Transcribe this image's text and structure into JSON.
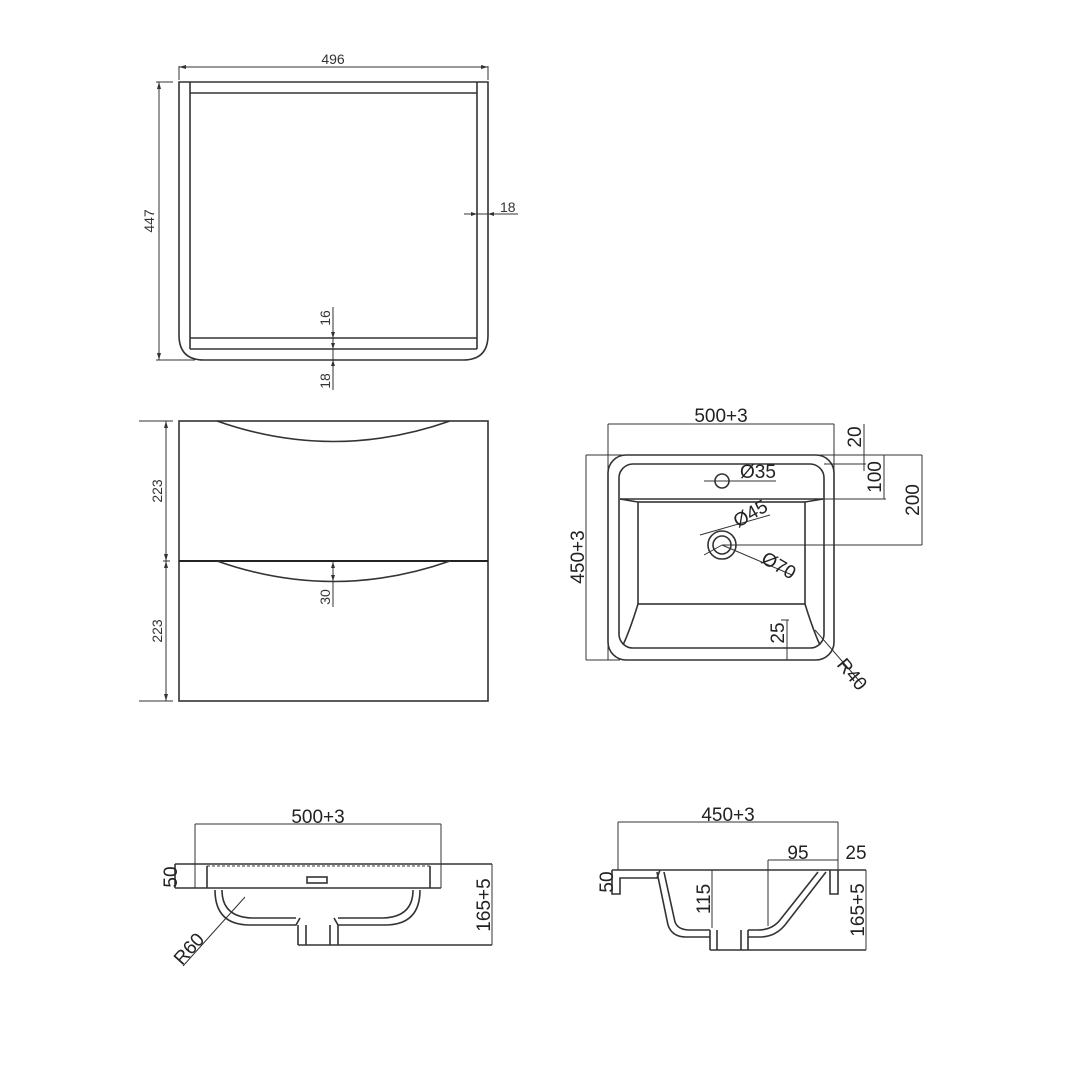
{
  "drawing": {
    "title": "Vanity unit and basin dimension drawing",
    "units": "mm",
    "stroke_color": "#333333",
    "background": "#ffffff"
  },
  "views": {
    "top_cabinet": {
      "width_label": "496",
      "depth_label": "447",
      "side_panel_label": "18",
      "back_gap_label": "16",
      "front_panel_label": "18"
    },
    "front_cabinet": {
      "upper_drawer_label": "223",
      "lower_drawer_label": "223",
      "handle_recess_label": "30"
    },
    "basin_top": {
      "width_label": "500+3",
      "depth_label": "450+3",
      "rim_label": "20",
      "tap_hole_offset_label": "100",
      "waste_offset_label": "200",
      "tap_hole_label": "Ø35",
      "waste_inner_label": "Ø45",
      "waste_outer_label": "Ø70",
      "front_lip_label": "25",
      "corner_radius_label": "R40"
    },
    "basin_front_section": {
      "width_label": "500+3",
      "rim_height_label": "50",
      "total_height_label": "165+5",
      "bowl_radius_label": "R60"
    },
    "basin_side_section": {
      "depth_label": "450+3",
      "rim_height_label": "50",
      "bowl_depth_label": "115",
      "slope_width_label": "95",
      "lip_label": "25",
      "total_height_label": "165+5"
    }
  }
}
